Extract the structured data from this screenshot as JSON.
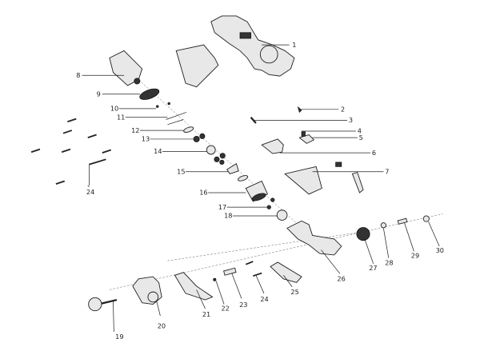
{
  "diagram": {
    "type": "exploded-parts-view",
    "callouts": [
      {
        "id": "1",
        "text": "1"
      },
      {
        "id": "2",
        "text": "2"
      },
      {
        "id": "3",
        "text": "3"
      },
      {
        "id": "4",
        "text": "4"
      },
      {
        "id": "5",
        "text": "5"
      },
      {
        "id": "6",
        "text": "6"
      },
      {
        "id": "7",
        "text": "7"
      },
      {
        "id": "8",
        "text": "8"
      },
      {
        "id": "9",
        "text": "9"
      },
      {
        "id": "10",
        "text": "10"
      },
      {
        "id": "11",
        "text": "11"
      },
      {
        "id": "12",
        "text": "12"
      },
      {
        "id": "13",
        "text": "13"
      },
      {
        "id": "14",
        "text": "14"
      },
      {
        "id": "15",
        "text": "15"
      },
      {
        "id": "16",
        "text": "16"
      },
      {
        "id": "17",
        "text": "17"
      },
      {
        "id": "18",
        "text": "18"
      },
      {
        "id": "19",
        "text": "19"
      },
      {
        "id": "20",
        "text": "20"
      },
      {
        "id": "21",
        "text": "21"
      },
      {
        "id": "22",
        "text": "22"
      },
      {
        "id": "23",
        "text": "23"
      },
      {
        "id": "24a",
        "text": "24"
      },
      {
        "id": "24b",
        "text": "24"
      },
      {
        "id": "25",
        "text": "25"
      },
      {
        "id": "26",
        "text": "26"
      },
      {
        "id": "27",
        "text": "27"
      },
      {
        "id": "28",
        "text": "28"
      },
      {
        "id": "29",
        "text": "29"
      },
      {
        "id": "30",
        "text": "30"
      }
    ]
  }
}
